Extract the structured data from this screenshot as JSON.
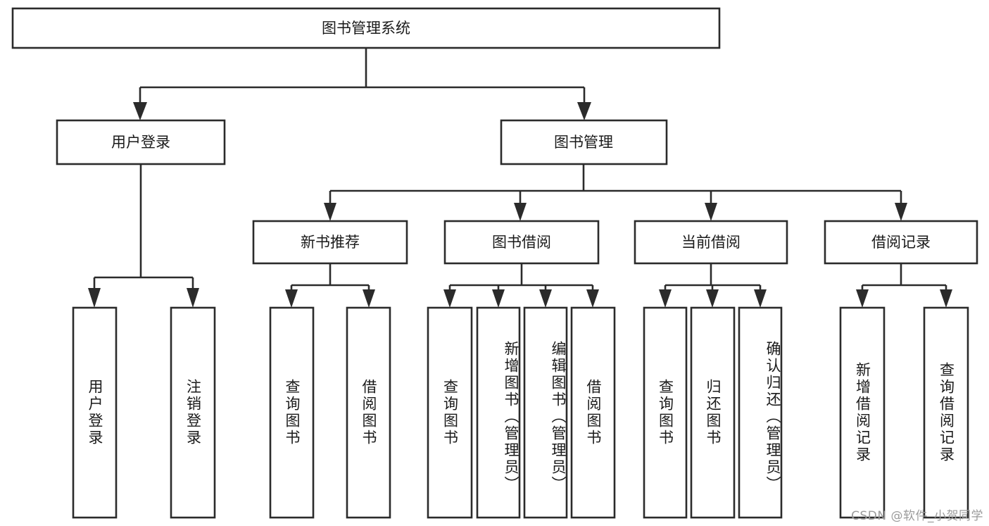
{
  "diagram": {
    "type": "hierarchy-tree",
    "title": "图书管理系统",
    "orientation": "top-down",
    "colors": {
      "box_fill": "#ffffff",
      "box_stroke": "#2b2b2b",
      "text": "#1a1a1a",
      "watermark": "#9b9b9b",
      "background": "#ffffff"
    },
    "root": {
      "label": "图书管理系统"
    },
    "level2": [
      {
        "id": "user-login",
        "label": "用户登录"
      },
      {
        "id": "book-manage",
        "label": "图书管理"
      }
    ],
    "level3": [
      {
        "id": "new-book-recommend",
        "label": "新书推荐",
        "parent": "book-manage"
      },
      {
        "id": "book-borrow",
        "label": "图书借阅",
        "parent": "book-manage"
      },
      {
        "id": "current-borrow",
        "label": "当前借阅",
        "parent": "book-manage"
      },
      {
        "id": "borrow-record",
        "label": "借阅记录",
        "parent": "book-manage"
      }
    ],
    "leaves": {
      "user-login": [
        {
          "id": "leaf-user-login",
          "label": "用户登录"
        },
        {
          "id": "leaf-user-logout",
          "label": "注销登录"
        }
      ],
      "new-book-recommend": [
        {
          "id": "leaf-query-book-1",
          "label": "查询图书"
        },
        {
          "id": "leaf-borrow-book-1",
          "label": "借阅图书"
        }
      ],
      "book-borrow": [
        {
          "id": "leaf-query-book-2",
          "label": "查询图书"
        },
        {
          "id": "leaf-add-book",
          "label": "新增图书（管理员）"
        },
        {
          "id": "leaf-edit-book",
          "label": "编辑图书（管理员）"
        },
        {
          "id": "leaf-borrow-book-2",
          "label": "借阅图书"
        }
      ],
      "current-borrow": [
        {
          "id": "leaf-query-book-3",
          "label": "查询图书"
        },
        {
          "id": "leaf-return-book",
          "label": "归还图书"
        },
        {
          "id": "leaf-confirm-return",
          "label": "确认归还（管理员）"
        }
      ],
      "borrow-record": [
        {
          "id": "leaf-add-record",
          "label": "新增借阅记录"
        },
        {
          "id": "leaf-query-record",
          "label": "查询借阅记录"
        }
      ]
    }
  },
  "watermark": {
    "text": "CSDN @软件_小贺同学"
  }
}
